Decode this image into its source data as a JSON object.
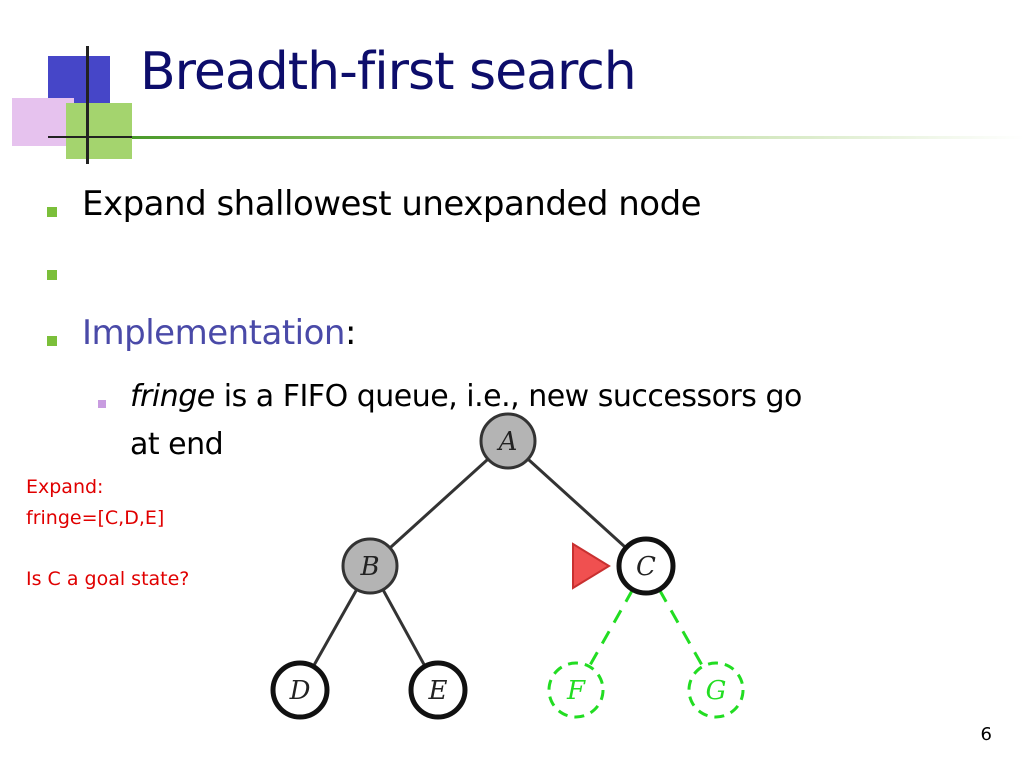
{
  "title": "Breadth-first search",
  "bullets": [
    {
      "text": "Expand shallowest unexpanded node"
    },
    {
      "text": ""
    },
    {
      "text_highlight": "Implementation",
      "text_suffix": ":"
    }
  ],
  "sub_bullet": {
    "italic": "fringe",
    "rest_line1": " is a FIFO queue, i.e., new successors go",
    "rest_line2": "at end"
  },
  "note": {
    "line1": "Expand:",
    "line2": "fringe=[C,D,E]",
    "line3": "Is C a goal state?"
  },
  "tree": {
    "nodes": [
      {
        "id": "A",
        "label": "A",
        "state": "expanded"
      },
      {
        "id": "B",
        "label": "B",
        "state": "expanded"
      },
      {
        "id": "C",
        "label": "C",
        "state": "fringe"
      },
      {
        "id": "D",
        "label": "D",
        "state": "fringe"
      },
      {
        "id": "E",
        "label": "E",
        "state": "fringe"
      },
      {
        "id": "F",
        "label": "F",
        "state": "new"
      },
      {
        "id": "G",
        "label": "G",
        "state": "new"
      }
    ],
    "edges": [
      {
        "from": "A",
        "to": "B",
        "style": "solid"
      },
      {
        "from": "A",
        "to": "C",
        "style": "solid"
      },
      {
        "from": "B",
        "to": "D",
        "style": "solid"
      },
      {
        "from": "B",
        "to": "E",
        "style": "solid"
      },
      {
        "from": "C",
        "to": "F",
        "style": "dashed"
      },
      {
        "from": "C",
        "to": "G",
        "style": "dashed"
      }
    ],
    "current_marker": "C",
    "colors": {
      "expanded_fill": "#b4b4b4",
      "fringe_fill": "#ffffff",
      "new_stroke": "#22dd22",
      "marker_fill": "#f05050"
    }
  },
  "page_number": "6",
  "colors": {
    "title": "#0d0d6b",
    "bullet": "#7bbf3a",
    "sub_bullet": "#c89ce0",
    "highlight": "#4a4aa8",
    "note": "#e00000"
  }
}
